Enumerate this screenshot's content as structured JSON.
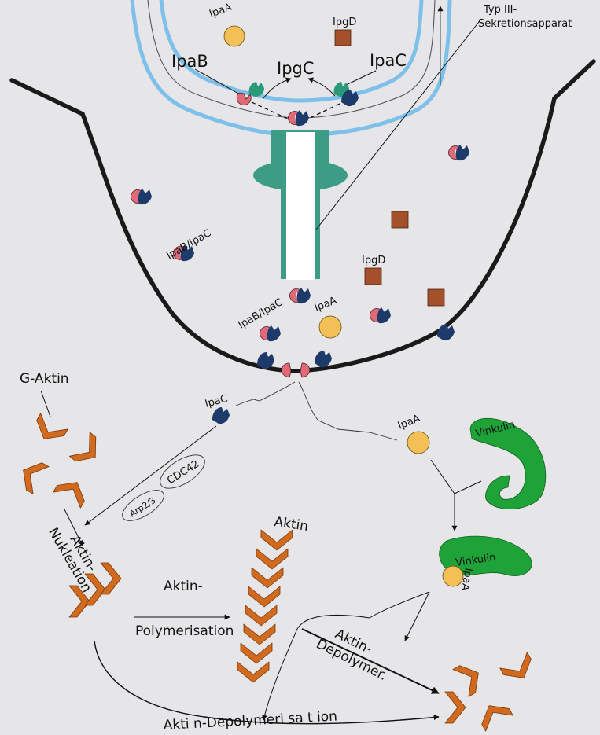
{
  "labels": {
    "ttss": [
      "Typ III-",
      "Sekretionsapparat"
    ],
    "ipaA": "IpaA",
    "ipgD": "IpgD",
    "ipaB": "IpaB",
    "ipgC": "IpgC",
    "ipaC": "IpaC",
    "ipaBC": "IpaB/IpaC",
    "gAktin": "G-Aktin",
    "cdc42": "CDC42",
    "arp23": "Arp2/3",
    "vinkulin": "Vinkulin",
    "aktinNukleation": [
      "Aktin-",
      "Nukleation"
    ],
    "aktin": "Aktin",
    "aktinPolymerisation": [
      "Aktin-",
      "Polymerisation"
    ],
    "aktinDepolymer": [
      "Aktin-",
      "Depolymer."
    ],
    "aktinDepolymerisation": "Akti n-Depolymeri sa t ion"
  },
  "colors": {
    "background": "#e6e6e8",
    "membrane": "#1a1a1a",
    "bacterialWall": "#7ec0ea",
    "ttss": "#3c9c86",
    "ipaBPink": "#e06a78",
    "ipaCNavy": "#1e3a6a",
    "ipgCGreen": "#2a9a78",
    "ipaAYellow": "#f2c057",
    "ipgDBrown": "#a4512b",
    "actinOrange": "#cf6a1e",
    "vinculinGreen": "#1fa339"
  }
}
